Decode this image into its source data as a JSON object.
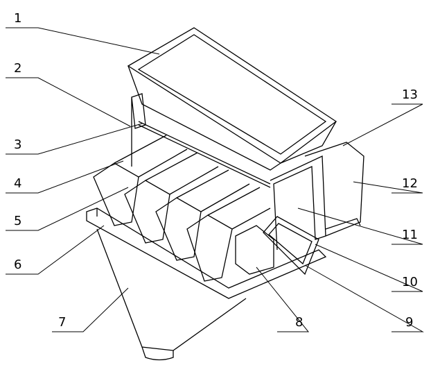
{
  "title": "Multihead weigher parts diagram",
  "labels": [
    "1",
    "2",
    "3",
    "4",
    "5",
    "6",
    "7",
    "8",
    "9",
    "10",
    "11",
    "12",
    "13"
  ]
}
